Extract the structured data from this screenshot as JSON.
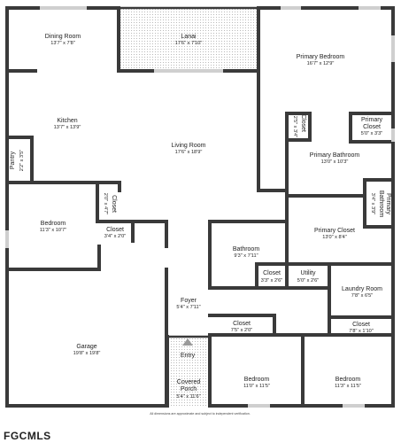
{
  "rooms": {
    "dining": {
      "name": "Dining Room",
      "dim": "13'7\" x 7'8\""
    },
    "lanai": {
      "name": "Lanai",
      "dim": "17'6\" x 7'10\""
    },
    "primary_bedroom": {
      "name": "Primary Bedroom",
      "dim": "16'7\" x 12'9\""
    },
    "kitchen": {
      "name": "Kitchen",
      "dim": "13'7\" x 13'9\""
    },
    "living": {
      "name": "Living Room",
      "dim": "17'6\" x 18'9\""
    },
    "closet_a": {
      "name": "Closet",
      "dim": "2'5\" x 3'4\""
    },
    "primary_closet_small": {
      "name_line1": "Primary",
      "name_line2": "Closet",
      "dim": "5'0\" x 3'3\""
    },
    "pantry": {
      "name": "Pantry",
      "dim": "2'2\" x 3'5\""
    },
    "primary_bath_main": {
      "name": "Primary Bathroom",
      "dim": "13'0\" x 10'3\""
    },
    "bedroom_left": {
      "name": "Bedroom",
      "dim": "11'3\" x 10'7\""
    },
    "closet_b": {
      "name": "Closet",
      "dim": "2'0\" x 4'7\""
    },
    "primary_bath_small": {
      "name_line1": "Primary",
      "name_line2": "Bathroom",
      "dim": "3'4\" x 3'9\""
    },
    "closet_c": {
      "name": "Closet",
      "dim": "3'4\" x 2'0\""
    },
    "bathroom": {
      "name": "Bathroom",
      "dim": "9'3\" x 7'11\""
    },
    "primary_closet_big": {
      "name": "Primary Closet",
      "dim": "13'0\" x 8'4\""
    },
    "closet_d": {
      "name": "Closet",
      "dim": "3'3\" x 2'6\""
    },
    "utility": {
      "name": "Utility",
      "dim": "5'0\" x 2'6\""
    },
    "laundry": {
      "name": "Laundry Room",
      "dim": "7'8\" x 6'5\""
    },
    "foyer": {
      "name": "Foyer",
      "dim": "5'4\" x 7'11\""
    },
    "closet_e": {
      "name": "Closet",
      "dim": "7'5\" x 2'0\""
    },
    "closet_f": {
      "name": "Closet",
      "dim": "7'8\" x 1'10\""
    },
    "garage": {
      "name": "Garage",
      "dim": "19'8\" x 19'8\""
    },
    "entry": {
      "name": "Entry"
    },
    "covered_porch": {
      "name_line1": "Covered",
      "name_line2": "Porch",
      "dim": "5'4\" x 11'6\""
    },
    "bedroom_mid": {
      "name": "Bedroom",
      "dim": "11'0\" x 11'5\""
    },
    "bedroom_right": {
      "name": "Bedroom",
      "dim": "11'3\" x 11'5\""
    }
  },
  "logo": "FGCMLS",
  "footnote": "All dimensions are approximate and subject to independent verification."
}
